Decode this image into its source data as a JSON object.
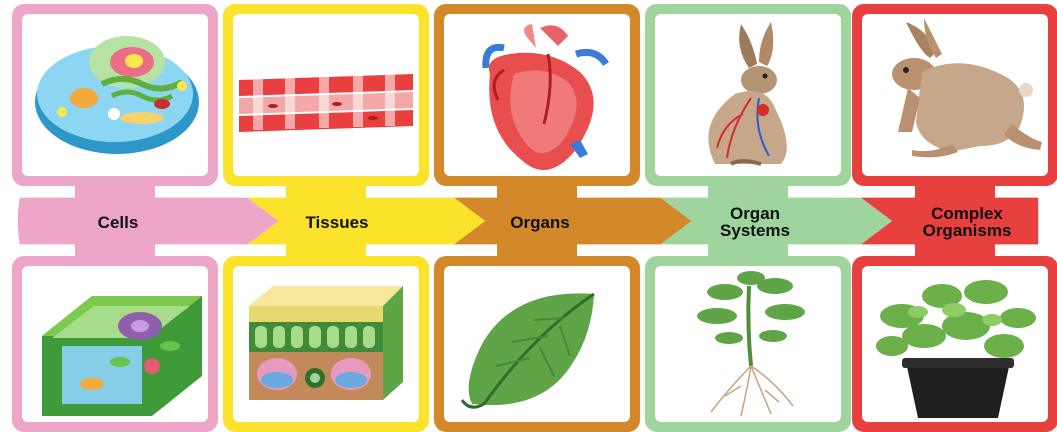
{
  "stages": [
    {
      "label_lines": [
        "Cells"
      ],
      "color": "#EDA6C8",
      "top_image": "animal-cell",
      "bottom_image": "plant-cell"
    },
    {
      "label_lines": [
        "Tissues"
      ],
      "color": "#FBE22B",
      "top_image": "muscle-tissue",
      "bottom_image": "leaf-tissue"
    },
    {
      "label_lines": [
        "Organs"
      ],
      "color": "#D3892A",
      "top_image": "heart",
      "bottom_image": "leaf"
    },
    {
      "label_lines": [
        "Organ",
        "Systems"
      ],
      "color": "#9FD49C",
      "top_image": "hare-circulatory-system",
      "bottom_image": "plant-with-roots"
    },
    {
      "label_lines": [
        "Complex",
        "Organisms"
      ],
      "color": "#E8403F",
      "top_image": "hare",
      "bottom_image": "potted-plant"
    }
  ]
}
